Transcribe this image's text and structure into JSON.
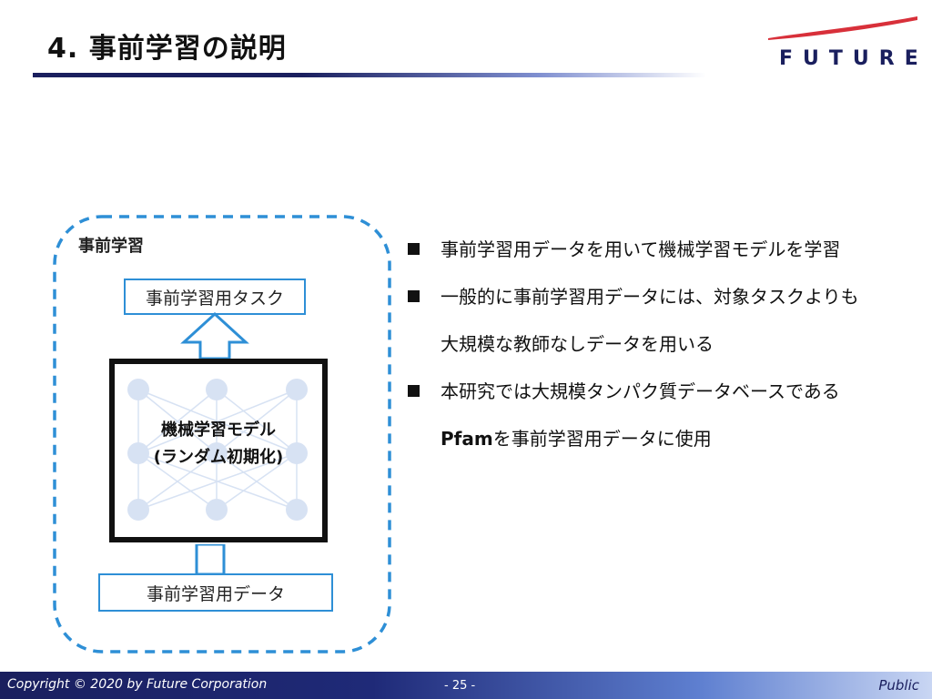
{
  "slide": {
    "title": "4. 事前学習の説明",
    "logo_text": "FUTURE",
    "diagram": {
      "frame_label": "事前学習",
      "task_box": "事前学習用タスク",
      "model_line1": "機械学習モデル",
      "model_line2": "(ランダム初期化)",
      "data_box": "事前学習用データ"
    },
    "bullets": [
      {
        "lines": [
          "事前学習用データを用いて機械学習モデルを学習"
        ]
      },
      {
        "lines": [
          "一般的に事前学習用データには、対象タスクよりも",
          "大規模な教師なしデータを用いる"
        ]
      },
      {
        "bold": "Pfam",
        "line1": "本研究では大規模タンパク質データベースである",
        "line2_rest": "を事前学習用データに使用"
      }
    ],
    "footer": {
      "copyright": "Copyright © 2020 by Future  Corporation",
      "page": "- 25 -",
      "classification": "Public"
    }
  },
  "colors": {
    "navy": "#1a1f5e",
    "accent_red": "#d8303a",
    "box_blue": "#2e8fd6",
    "node": "#d7e2f3"
  },
  "icons": [
    "square-bullet-icon",
    "up-arrow-icon",
    "neural-network-icon",
    "future-logo-swoosh-icon"
  ]
}
